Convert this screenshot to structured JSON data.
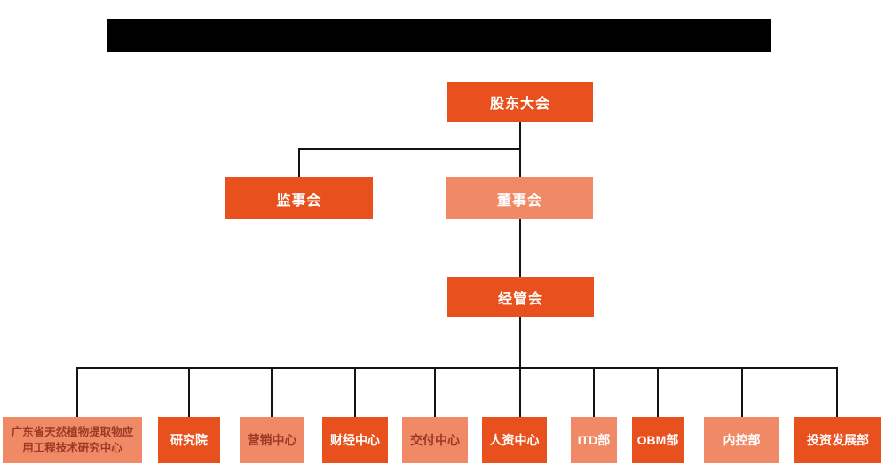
{
  "colors": {
    "primary_orange": "#E8511D",
    "light_orange": "#F08A66",
    "dark_red_text": "#9B3922",
    "connector_line": "#141414",
    "redacted_bar": "#000000"
  },
  "nodes": {
    "shareholders": {
      "label": "股东大会"
    },
    "supervisory": {
      "label": "监事会"
    },
    "board": {
      "label": "董事会"
    },
    "management": {
      "label": "经管会"
    }
  },
  "departments": [
    {
      "label": "广东省天然植物提取物应用工程技术研究中心",
      "style": "light",
      "text_color": "dark_red"
    },
    {
      "label": "研究院",
      "style": "solid",
      "text_color": "white"
    },
    {
      "label": "营销中心",
      "style": "light",
      "text_color": "dark_red"
    },
    {
      "label": "财经中心",
      "style": "solid",
      "text_color": "white"
    },
    {
      "label": "交付中心",
      "style": "light",
      "text_color": "dark_red"
    },
    {
      "label": "人资中心",
      "style": "solid",
      "text_color": "white"
    },
    {
      "label": "ITD部",
      "style": "light",
      "text_color": "white"
    },
    {
      "label": "OBM部",
      "style": "solid",
      "text_color": "white"
    },
    {
      "label": "内控部",
      "style": "light",
      "text_color": "white"
    },
    {
      "label": "投资发展部",
      "style": "solid",
      "text_color": "white"
    }
  ]
}
